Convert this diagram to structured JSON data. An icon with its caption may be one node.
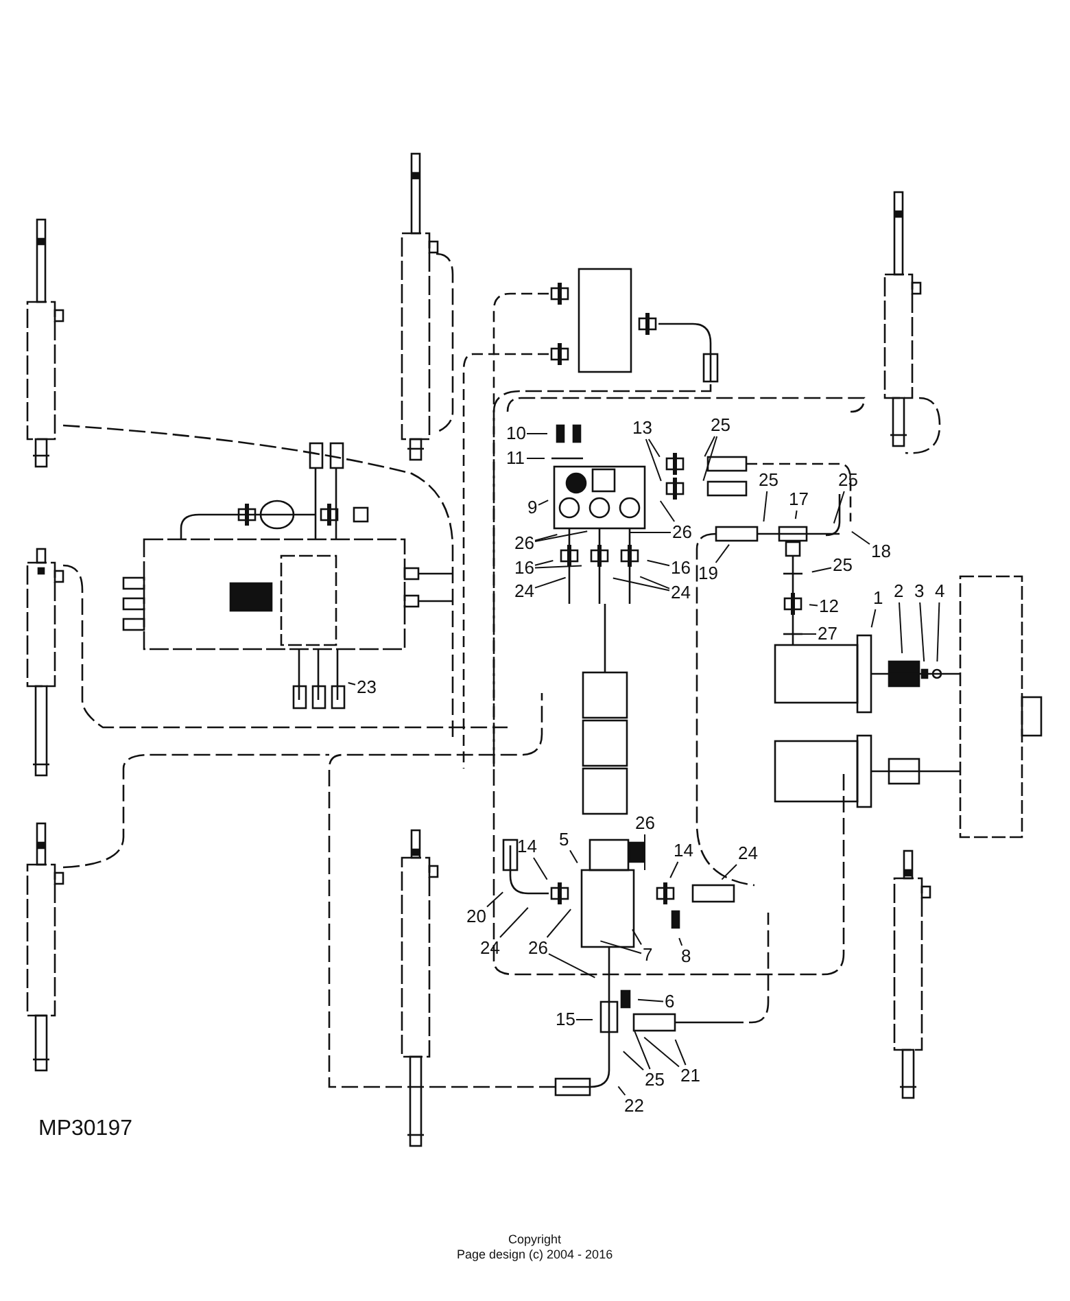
{
  "diagram": {
    "nodes": [
      {
        "text": [
          "10"
        ]
      },
      {
        "text": [
          "11"
        ]
      },
      {
        "text": [
          "13"
        ]
      },
      {
        "text": [
          "25"
        ]
      },
      {
        "text": [
          "9"
        ]
      },
      {
        "text": [
          "26"
        ]
      },
      {
        "text": [
          "26"
        ]
      },
      {
        "text": [
          "16"
        ]
      },
      {
        "text": [
          "16"
        ]
      },
      {
        "text": [
          "24"
        ]
      },
      {
        "text": [
          "24"
        ]
      },
      {
        "text": [
          "19"
        ]
      },
      {
        "text": [
          "25"
        ]
      },
      {
        "text": [
          "17"
        ]
      },
      {
        "text": [
          "25"
        ]
      },
      {
        "text": [
          "18"
        ]
      },
      {
        "text": [
          "25"
        ]
      },
      {
        "text": [
          "12"
        ]
      },
      {
        "text": [
          "27"
        ]
      },
      {
        "text": [
          "1"
        ]
      },
      {
        "text": [
          "2"
        ]
      },
      {
        "text": [
          "3"
        ]
      },
      {
        "text": [
          "4"
        ]
      },
      {
        "text": [
          "23"
        ]
      },
      {
        "text": [
          "14"
        ]
      },
      {
        "text": [
          "5"
        ]
      },
      {
        "text": [
          "26"
        ]
      },
      {
        "text": [
          "14"
        ]
      },
      {
        "text": [
          "24"
        ]
      },
      {
        "text": [
          "20"
        ]
      },
      {
        "text": [
          "24"
        ]
      },
      {
        "text": [
          "26"
        ]
      },
      {
        "text": [
          "7"
        ]
      },
      {
        "text": [
          "8"
        ]
      },
      {
        "text": [
          "6"
        ]
      },
      {
        "text": [
          "15"
        ]
      },
      {
        "text": [
          "21"
        ]
      },
      {
        "text": [
          "25"
        ]
      },
      {
        "text": [
          "22"
        ]
      }
    ],
    "edges": [
      {
        "from": 0,
        "to": null,
        "arrow": "none"
      },
      {
        "from": 1,
        "to": null,
        "arrow": "none"
      },
      {
        "from": 2,
        "to": null,
        "arrow": "none"
      },
      {
        "from": 2,
        "to": null,
        "arrow": "none"
      },
      {
        "from": 3,
        "to": null,
        "arrow": "none"
      },
      {
        "from": 3,
        "to": null,
        "arrow": "none"
      },
      {
        "from": 4,
        "to": null,
        "arrow": "none"
      },
      {
        "from": 5,
        "to": null,
        "arrow": "none"
      },
      {
        "from": 5,
        "to": null,
        "arrow": "none"
      },
      {
        "from": 6,
        "to": null,
        "arrow": "none"
      },
      {
        "from": 6,
        "to": null,
        "arrow": "none"
      },
      {
        "from": 7,
        "to": null,
        "arrow": "none"
      },
      {
        "from": 7,
        "to": null,
        "arrow": "none"
      },
      {
        "from": 8,
        "to": null,
        "arrow": "none"
      },
      {
        "from": 9,
        "to": null,
        "arrow": "none"
      },
      {
        "from": 10,
        "to": null,
        "arrow": "none"
      },
      {
        "from": 10,
        "to": null,
        "arrow": "none"
      },
      {
        "from": 11,
        "to": null,
        "arrow": "none"
      },
      {
        "from": 12,
        "to": null,
        "arrow": "none"
      },
      {
        "from": 13,
        "to": null,
        "arrow": "none"
      },
      {
        "from": 14,
        "to": null,
        "arrow": "none"
      },
      {
        "from": 15,
        "to": null,
        "arrow": "none"
      },
      {
        "from": 16,
        "to": null,
        "arrow": "none"
      },
      {
        "from": 17,
        "to": null,
        "arrow": "none"
      },
      {
        "from": 18,
        "to": null,
        "arrow": "none"
      },
      {
        "from": 19,
        "to": null,
        "arrow": "none"
      },
      {
        "from": 20,
        "to": null,
        "arrow": "none"
      },
      {
        "from": 21,
        "to": null,
        "arrow": "none"
      },
      {
        "from": 22,
        "to": null,
        "arrow": "none"
      },
      {
        "from": 23,
        "to": null,
        "arrow": "none"
      },
      {
        "from": 24,
        "to": null,
        "arrow": "none"
      },
      {
        "from": 25,
        "to": null,
        "arrow": "none"
      },
      {
        "from": 26,
        "to": null,
        "arrow": "none"
      },
      {
        "from": 27,
        "to": null,
        "arrow": "none"
      },
      {
        "from": 28,
        "to": null,
        "arrow": "none"
      },
      {
        "from": 29,
        "to": null,
        "arrow": "none"
      },
      {
        "from": 30,
        "to": null,
        "arrow": "none"
      },
      {
        "from": 31,
        "to": null,
        "arrow": "none"
      },
      {
        "from": 31,
        "to": null,
        "arrow": "none"
      },
      {
        "from": 32,
        "to": null,
        "arrow": "none"
      },
      {
        "from": 32,
        "to": null,
        "arrow": "none"
      },
      {
        "from": 33,
        "to": null,
        "arrow": "none"
      },
      {
        "from": 34,
        "to": null,
        "arrow": "none"
      },
      {
        "from": 35,
        "to": null,
        "arrow": "none"
      },
      {
        "from": 36,
        "to": null,
        "arrow": "none"
      },
      {
        "from": 36,
        "to": null,
        "arrow": "none"
      },
      {
        "from": 37,
        "to": null,
        "arrow": "none"
      },
      {
        "from": 37,
        "to": null,
        "arrow": "none"
      },
      {
        "from": 38,
        "to": null,
        "arrow": "none"
      }
    ],
    "labels": [
      "MP30197",
      "Copyright",
      "Page design (c) 2004 - 2016"
    ]
  }
}
